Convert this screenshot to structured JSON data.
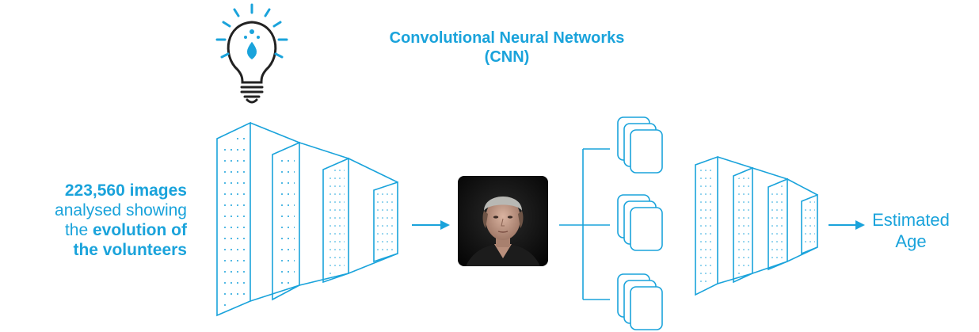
{
  "title": {
    "line1": "Convolutional Neural Networks",
    "line2": "(CNN)"
  },
  "input_text": {
    "count": "223,560 images",
    "line2": "analysed showing",
    "line3_prefix": "the ",
    "line3_bold": "evolution of",
    "line4_bold": "the volunteers"
  },
  "output_text": {
    "line1": "Estimated",
    "line2": "Age"
  },
  "icons": {
    "lightbulb": "lightbulb-icon",
    "face_photo": "portrait-photo"
  },
  "colors": {
    "accent": "#1aa3db",
    "dark": "#222222"
  }
}
